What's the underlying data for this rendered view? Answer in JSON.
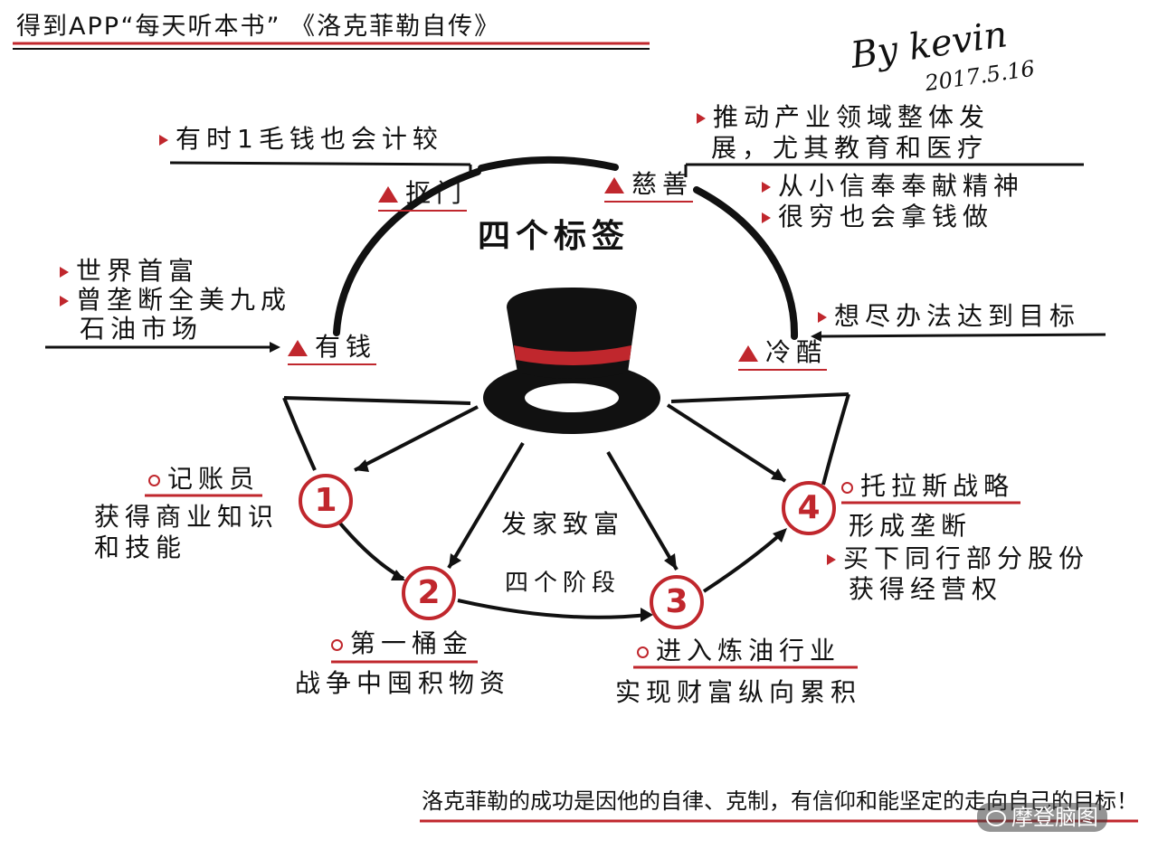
{
  "header": {
    "title": "得到APP“每天听本书” 《洛克菲勒自传》",
    "author": "By kevin",
    "date": "2017.5.16"
  },
  "center": {
    "tags_title": "四个标签",
    "stages_line1": "发家致富",
    "stages_line2": "四个阶段"
  },
  "tags": {
    "kou": {
      "label": "抠门",
      "notes": [
        "有时1毛钱也会计较"
      ]
    },
    "cishan": {
      "label": "慈善",
      "notes": [
        "推动产业领域整体发",
        "展，尤其教育和医疗",
        "从小信奉奉献精神",
        "很穷也会拿钱做"
      ]
    },
    "youqian": {
      "label": "有钱",
      "notes": [
        "世界首富",
        "曾垄断全美九成",
        "石油市场"
      ]
    },
    "lengku": {
      "label": "冷酷",
      "notes": [
        "想尽办法达到目标"
      ]
    }
  },
  "stages": [
    {
      "num": "1",
      "title": "记账员",
      "desc": [
        "获得商业知识",
        "和技能"
      ]
    },
    {
      "num": "2",
      "title": "第一桶金",
      "desc": [
        "战争中囤积物资"
      ]
    },
    {
      "num": "3",
      "title": "进入炼油行业",
      "desc": [
        "实现财富纵向累积"
      ]
    },
    {
      "num": "4",
      "title": "托拉斯战略",
      "desc": [
        "形成垄断",
        "买下同行部分股份",
        "获得经营权"
      ]
    }
  ],
  "footer": {
    "summary": "洛克菲勒的成功是因他的自律、克制，有信仰和能坚定的走向自己的目标！",
    "watermark": "摩登脑图"
  },
  "colors": {
    "accent": "#c0272d",
    "ink": "#111111"
  }
}
